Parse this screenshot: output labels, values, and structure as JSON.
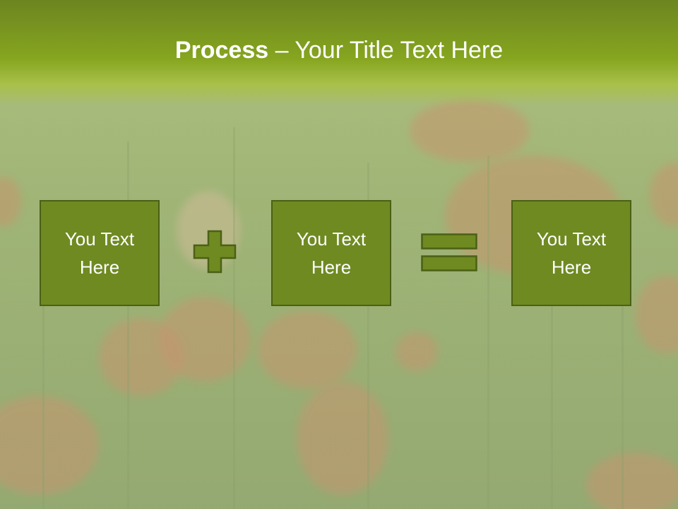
{
  "slide": {
    "title_bold": "Process",
    "title_rest": " – Your Title Text Here",
    "boxes": [
      {
        "text": "You Text Here"
      },
      {
        "text": "You Text Here"
      },
      {
        "text": "You Text Here"
      }
    ],
    "operators": [
      "plus-icon",
      "equals-icon"
    ],
    "colors": {
      "accent": "#6f8a21",
      "border": "#4b6015",
      "title_band": "#86a51f"
    }
  }
}
